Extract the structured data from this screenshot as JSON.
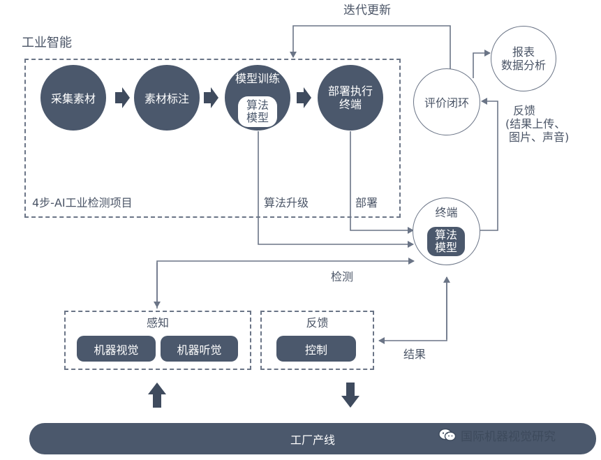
{
  "top_label": "迭代更新",
  "group": {
    "title": "工业智能",
    "footer": "4步-AI工业检测项目"
  },
  "steps": [
    {
      "label": "采集素材"
    },
    {
      "label": "素材标注"
    },
    {
      "label": "模型训练",
      "inner_line1": "算法",
      "inner_line2": "模型"
    },
    {
      "label_line1": "部署执行",
      "label_line2": "终端"
    }
  ],
  "evaluation": "评价闭环",
  "report": {
    "line1": "报表",
    "line2": "数据分析"
  },
  "feedback_note": {
    "line1": "反馈",
    "line2": "(结果上传、",
    "line3": "图片、声音)"
  },
  "terminal": {
    "label": "终端",
    "inner_line1": "算法",
    "inner_line2": "模型"
  },
  "arrow_labels": {
    "upgrade": "算法升级",
    "deploy": "部署",
    "detect": "检测",
    "result": "结果"
  },
  "perception": {
    "title": "感知",
    "items": [
      "机器视觉",
      "机器听觉"
    ]
  },
  "feedback_box": {
    "title": "反馈",
    "items": [
      "控制"
    ]
  },
  "factory": "工厂产线",
  "watermark": "国际机器视觉研究",
  "colors": {
    "dark": "#4b586c",
    "line": "#6a7486"
  }
}
